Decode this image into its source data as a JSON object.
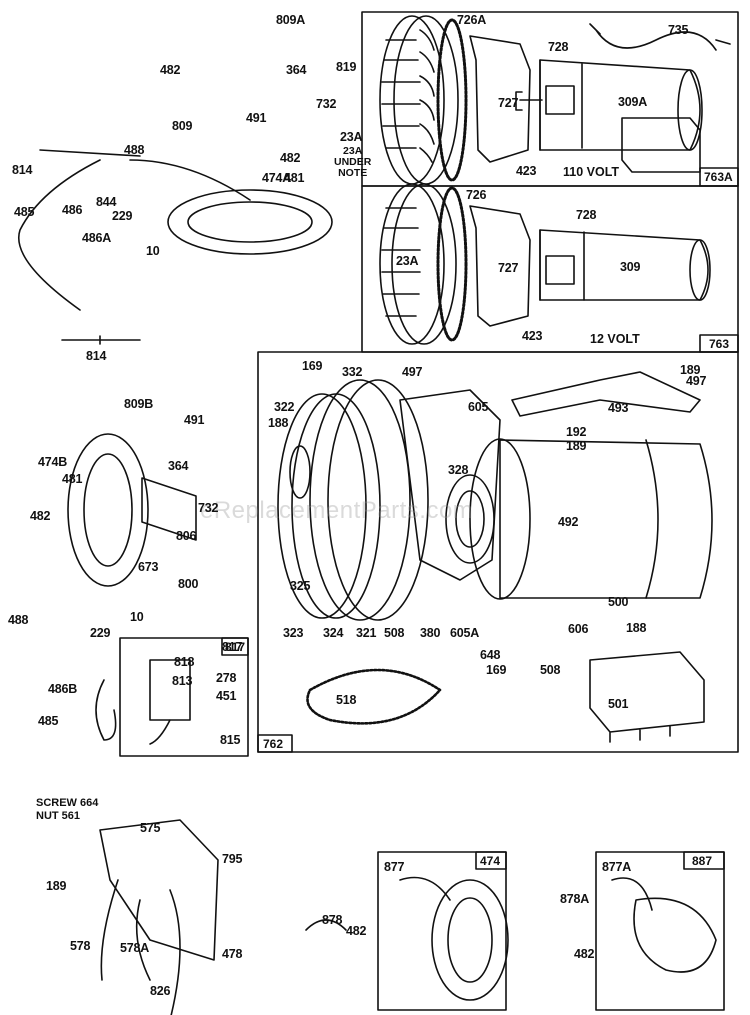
{
  "diagram": {
    "watermark": "eReplacementParts.com",
    "sections": {
      "starter_110v": {
        "tag": "763A",
        "voltage_label": "110 VOLT",
        "note": [
          "23A",
          "UNDER",
          "NOTE"
        ]
      },
      "starter_12v": {
        "tag": "763",
        "voltage_label": "12 VOLT"
      },
      "starter_generator": {
        "tag": "762"
      },
      "rectifier_kit": {
        "tag": "817"
      },
      "alternator_474": {
        "tag": "474"
      },
      "alternator_887": {
        "tag": "887"
      },
      "screw_nut_note": {
        "line1": "SCREW 664",
        "line2": "NUT 561"
      }
    },
    "callouts": [
      "809A",
      "364",
      "819",
      "482",
      "809",
      "491",
      "732",
      "482",
      "481",
      "488",
      "474A",
      "814",
      "844",
      "485",
      "486",
      "229",
      "486A",
      "10",
      "814",
      "809B",
      "491",
      "474B",
      "481",
      "482",
      "364",
      "732",
      "806",
      "673",
      "800",
      "229",
      "10",
      "488",
      "486B",
      "485",
      "817",
      "818",
      "813",
      "278",
      "451",
      "815",
      "726A",
      "728",
      "735",
      "727",
      "309A",
      "423",
      "23A",
      "726",
      "728",
      "23A",
      "727",
      "309",
      "423",
      "169",
      "332",
      "497",
      "322",
      "188",
      "605",
      "189",
      "497",
      "493",
      "192",
      "189",
      "328",
      "492",
      "325",
      "323",
      "324",
      "321",
      "508",
      "380",
      "605A",
      "648",
      "169",
      "606",
      "500",
      "188",
      "508",
      "518",
      "501",
      "575",
      "795",
      "189",
      "578",
      "578A",
      "478",
      "826",
      "877",
      "878",
      "482",
      "878A",
      "877A",
      "482"
    ]
  }
}
